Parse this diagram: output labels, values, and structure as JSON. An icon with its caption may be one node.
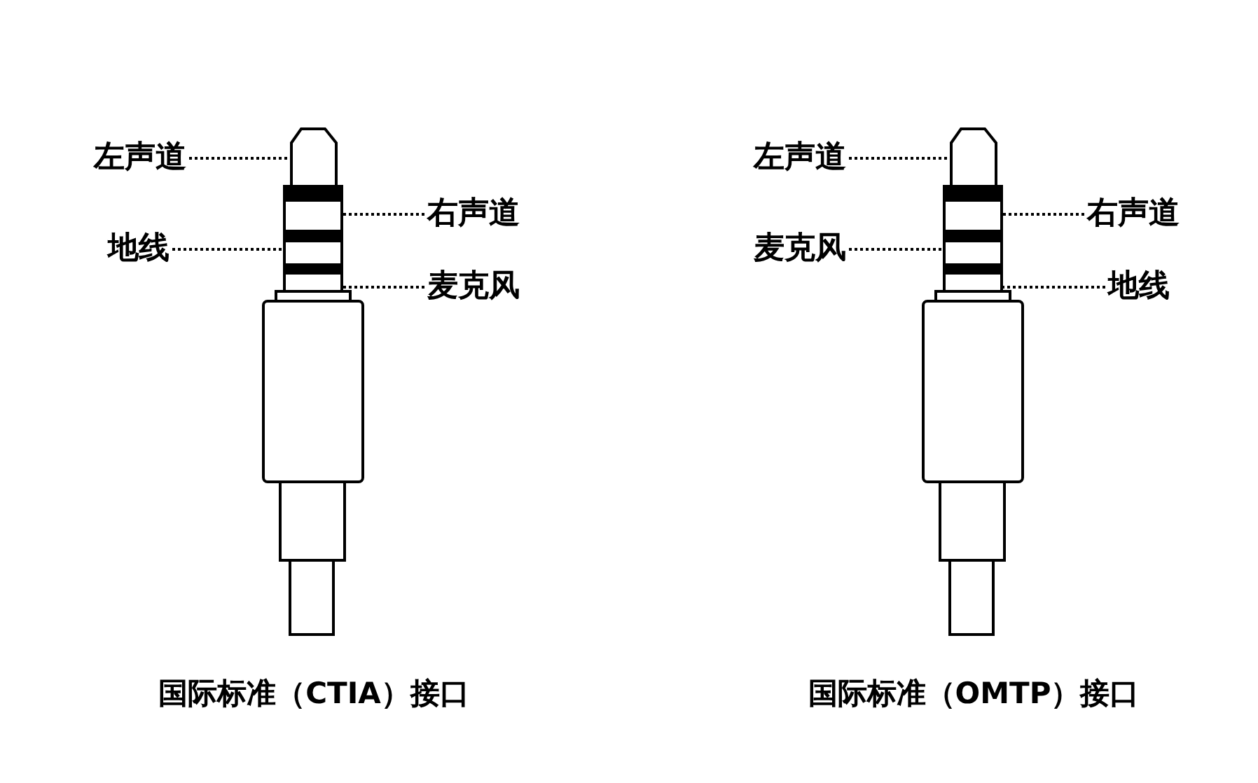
{
  "diagram": {
    "nodes": [
      {
        "text": [
          "左声道"
        ]
      },
      {
        "text": [
          "右声道"
        ]
      },
      {
        "text": [
          "地线"
        ]
      },
      {
        "text": [
          "麦克风"
        ]
      },
      {
        "text": [],
        "shape": "box"
      },
      {
        "text": [],
        "shape": "box"
      },
      {
        "text": [],
        "shape": "box"
      },
      {
        "text": [],
        "shape": "box"
      },
      {
        "text": [
          "左声道"
        ]
      },
      {
        "text": [
          "右声道"
        ]
      },
      {
        "text": [
          "麦克风"
        ]
      },
      {
        "text": [
          "地线"
        ]
      },
      {
        "text": [],
        "shape": "box"
      },
      {
        "text": [],
        "shape": "box"
      },
      {
        "text": [],
        "shape": "box"
      },
      {
        "text": [],
        "shape": "box"
      }
    ],
    "edges": [
      {
        "from": 0,
        "to": 4,
        "arrow": "none",
        "style": "dashed"
      },
      {
        "from": 1,
        "to": 5,
        "arrow": "none",
        "style": "dashed"
      },
      {
        "from": 2,
        "to": 6,
        "arrow": "none",
        "style": "dashed"
      },
      {
        "from": 3,
        "to": 7,
        "arrow": "none",
        "style": "dashed"
      },
      {
        "from": 8,
        "to": 12,
        "arrow": "none",
        "style": "dashed"
      },
      {
        "from": 9,
        "to": 13,
        "arrow": "none",
        "style": "dashed"
      },
      {
        "from": 10,
        "to": 14,
        "arrow": "none",
        "style": "dashed"
      },
      {
        "from": 11,
        "to": 15,
        "arrow": "none",
        "style": "dashed"
      }
    ],
    "labels": [
      "国际标准（CTIA）接口",
      "国际标准（OMTP）接口"
    ]
  }
}
